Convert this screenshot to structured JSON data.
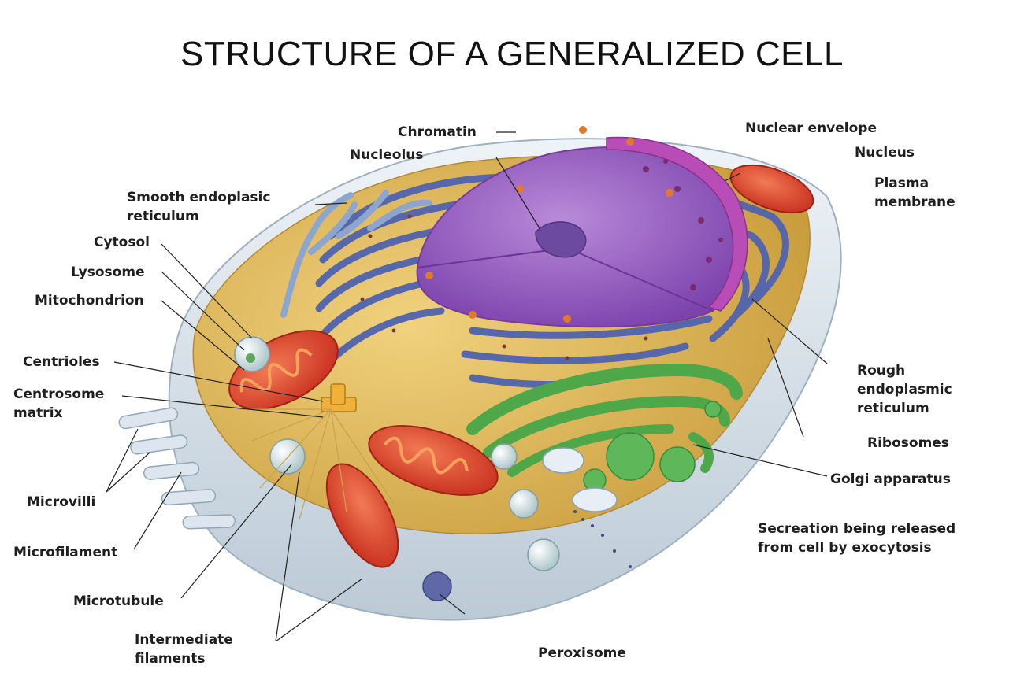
{
  "title": "STRUCTURE OF A GENERALIZED CELL",
  "labels": {
    "chromatin": "Chromatin",
    "nucleolus": "Nucleolus",
    "nuclear_envelope": "Nuclear envelope",
    "nucleus": "Nucleus",
    "plasma_membrane": [
      "Plasma",
      "membrane"
    ],
    "smooth_er": [
      "Smooth endoplasic",
      "reticulum"
    ],
    "cytosol": "Cytosol",
    "lysosome": "Lysosome",
    "mitochondrion": "Mitochondrion",
    "centrioles": "Centrioles",
    "centrosome_matrix": [
      "Centrosome",
      "matrix"
    ],
    "microvilli": "Microvilli",
    "microfilament": "Microfilament",
    "microtubule": "Microtubule",
    "intermediate_filaments": [
      "Intermediate",
      "filaments"
    ],
    "peroxisome": "Peroxisome",
    "rough_er": [
      "Rough",
      "endoplasmic",
      "reticulum"
    ],
    "ribosomes": "Ribosomes",
    "golgi": "Golgi apparatus",
    "secretion": [
      "Secreation being released",
      "from cell by exocytosis"
    ]
  },
  "colors": {
    "cytoplasm": "#dcb452",
    "membrane": "#dde6ee",
    "er": "#4f63b0",
    "nucleus": "#9a5cc4",
    "nuclear_envelope": "#b84db8",
    "mitochondria": "#e2412a",
    "golgi": "#4ea84a",
    "smooth_er": "#8da6cf"
  }
}
